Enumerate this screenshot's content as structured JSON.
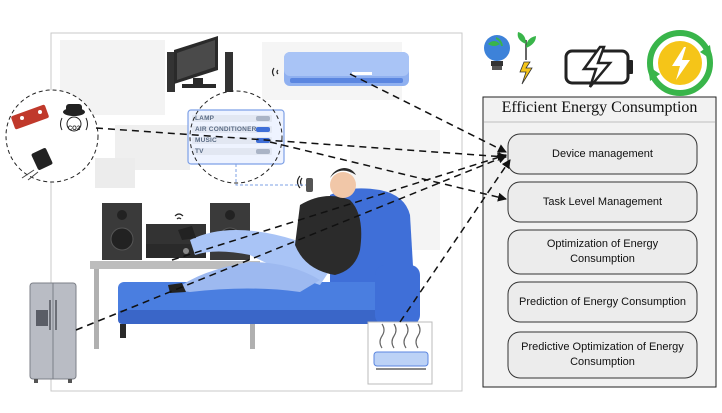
{
  "panel": {
    "title": "Efficient Energy Consumption",
    "items": [
      "Device management",
      "Task Level Management",
      "Optimization of Energy Consumption",
      "Prediction of Energy Consumption",
      "Predictive Optimization of Energy Consumption"
    ]
  },
  "remote_menu": [
    "LAMP",
    "AIR CONDITIONER",
    "MUSIC",
    "TV"
  ],
  "sensor_label": "CO2",
  "colors": {
    "accent_blue": "#4a7ee0",
    "sofa_blue": "#3f6fd8",
    "panel_bg": "#f2f2f2",
    "pill_bg": "#ececec",
    "eco_green": "#39b54a",
    "bolt_yellow": "#f5c518"
  }
}
